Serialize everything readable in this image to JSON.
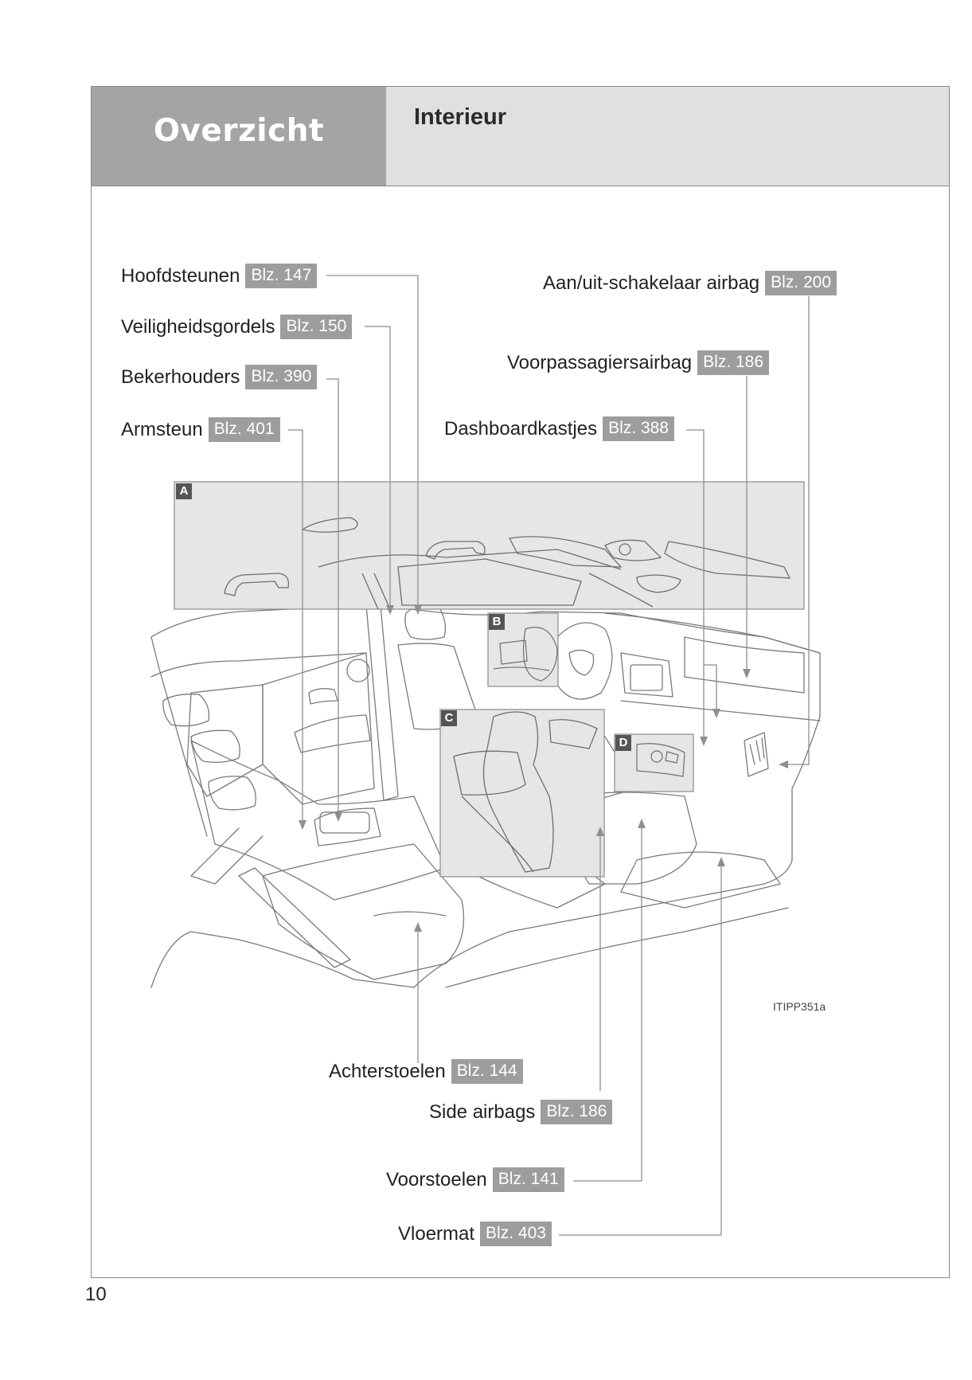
{
  "header": {
    "section_title": "Overzicht",
    "subsection_title": "Interieur"
  },
  "callouts": {
    "hoofdsteunen": {
      "label": "Hoofdsteunen",
      "ref": "Blz. 147"
    },
    "veiligheidsgordels": {
      "label": "Veiligheidsgordels",
      "ref": "Blz. 150"
    },
    "bekerhouders": {
      "label": "Bekerhouders",
      "ref": "Blz. 390"
    },
    "armsteun": {
      "label": "Armsteun",
      "ref": "Blz. 401"
    },
    "airbag_schakelaar": {
      "label": "Aan/uit-schakelaar airbag",
      "ref": "Blz. 200"
    },
    "voorpassagiersairbag": {
      "label": "Voorpassagiersairbag",
      "ref": "Blz. 186"
    },
    "dashboardkastjes": {
      "label": "Dashboardkastjes",
      "ref": "Blz. 388"
    },
    "achterstoelen": {
      "label": "Achterstoelen",
      "ref": "Blz. 144"
    },
    "side_airbags": {
      "label": "Side airbags",
      "ref": "Blz. 186"
    },
    "voorstoelen": {
      "label": "Voorstoelen",
      "ref": "Blz. 141"
    },
    "vloermat": {
      "label": "Vloermat",
      "ref": "Blz. 403"
    }
  },
  "inset_labels": {
    "a": "A",
    "b": "B",
    "c": "C",
    "d": "D"
  },
  "figure_code": "ITIPP351a",
  "page_number": "10",
  "colors": {
    "header_dark": "#a4a4a4",
    "header_light": "#e0e0e0",
    "ref_badge": "#9d9d9d",
    "inset_fill": "#e6e6e6",
    "leader_line": "#8f8f8f"
  }
}
